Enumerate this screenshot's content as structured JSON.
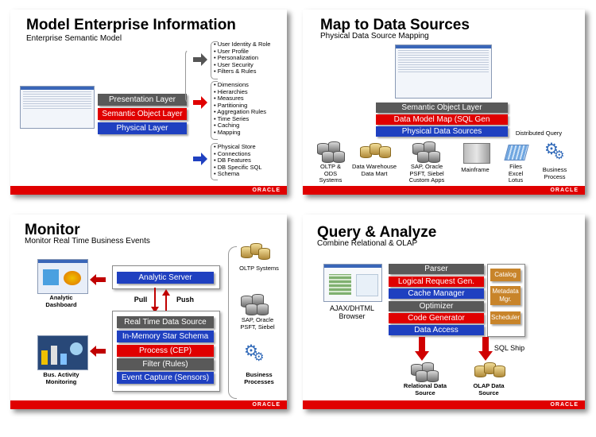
{
  "slide1": {
    "title": "Model Enterprise Information",
    "subtitle": "Enterprise Semantic Model",
    "layers": [
      "Presentation Layer",
      "Semantic Object Layer",
      "Physical Layer"
    ],
    "group1": [
      "User Identity & Role",
      "User Profile",
      "Personalization",
      "User Security",
      "Filters & Rules"
    ],
    "group2": [
      "Dimensions",
      "Hierarchies",
      "Measures",
      "Partitioning",
      "Aggregation Rules",
      "Time Series",
      "Caching",
      "Mapping"
    ],
    "group3": [
      "Physical Store",
      "Connections",
      "DB Features",
      "DB Specific SQL",
      "Schema"
    ],
    "footer": "ORACLE",
    "colors": {
      "group1_arrow": "#555555",
      "group2_arrow": "#e00000",
      "group3_arrow": "#1f40c0"
    }
  },
  "slide2": {
    "title": "Map to Data Sources",
    "subtitle": "Physical Data Source Mapping",
    "layers": [
      "Semantic Object Layer",
      "Data Model Map (SQL Gen Metadata)",
      "Physical Data Sources"
    ],
    "distributed_query": "Distributed Query",
    "sources": [
      {
        "label": "OLTP &\nODS\nSystems",
        "icon": "database-icon"
      },
      {
        "label": "Data Warehouse\nData Mart",
        "icon": "database-icon"
      },
      {
        "label": "SAP, Oracle\nPSFT, Siebel\nCustom Apps",
        "icon": "database-icon"
      },
      {
        "label": "Mainframe",
        "icon": "mainframe-icon"
      },
      {
        "label": "Files\nExcel\nLotus",
        "icon": "files-icon"
      },
      {
        "label": "Business\nProcess",
        "icon": "gears-icon"
      }
    ],
    "footer": "ORACLE"
  },
  "slide3": {
    "title": "Monitor",
    "subtitle": "Monitor Real Time Business Events",
    "analytic_server": "Analytic Server",
    "pull": "Pull",
    "push": "Push",
    "stack": [
      "Real Time Data Source",
      "In-Memory Star Schema",
      "Process (CEP)",
      "Filter (Rules)",
      "Event Capture (Sensors)"
    ],
    "left_labels": [
      "Analytic\nDashboard",
      "Bus. Activity\nMonitoring"
    ],
    "right_labels": [
      "OLTP Systems",
      "SAP, Oracle\nPSFT, Siebel",
      "Business\nProcesses"
    ],
    "footer": "ORACLE"
  },
  "slide4": {
    "title": "Query & Analyze",
    "subtitle": "Combine Relational & OLAP",
    "browser_label": "AJAX/DHTML\nBrowser",
    "stack": [
      "Parser",
      "Logical Request Gen.",
      "Cache Manager",
      "Optimizer",
      "Code Generator",
      "Data Access"
    ],
    "side": [
      "Catalog",
      "Metadata\nMgr.",
      "Scheduler"
    ],
    "sql_ship": "SQL Ship",
    "targets": [
      "Relational Data\nSource",
      "OLAP Data\nSource"
    ],
    "footer": "ORACLE"
  }
}
